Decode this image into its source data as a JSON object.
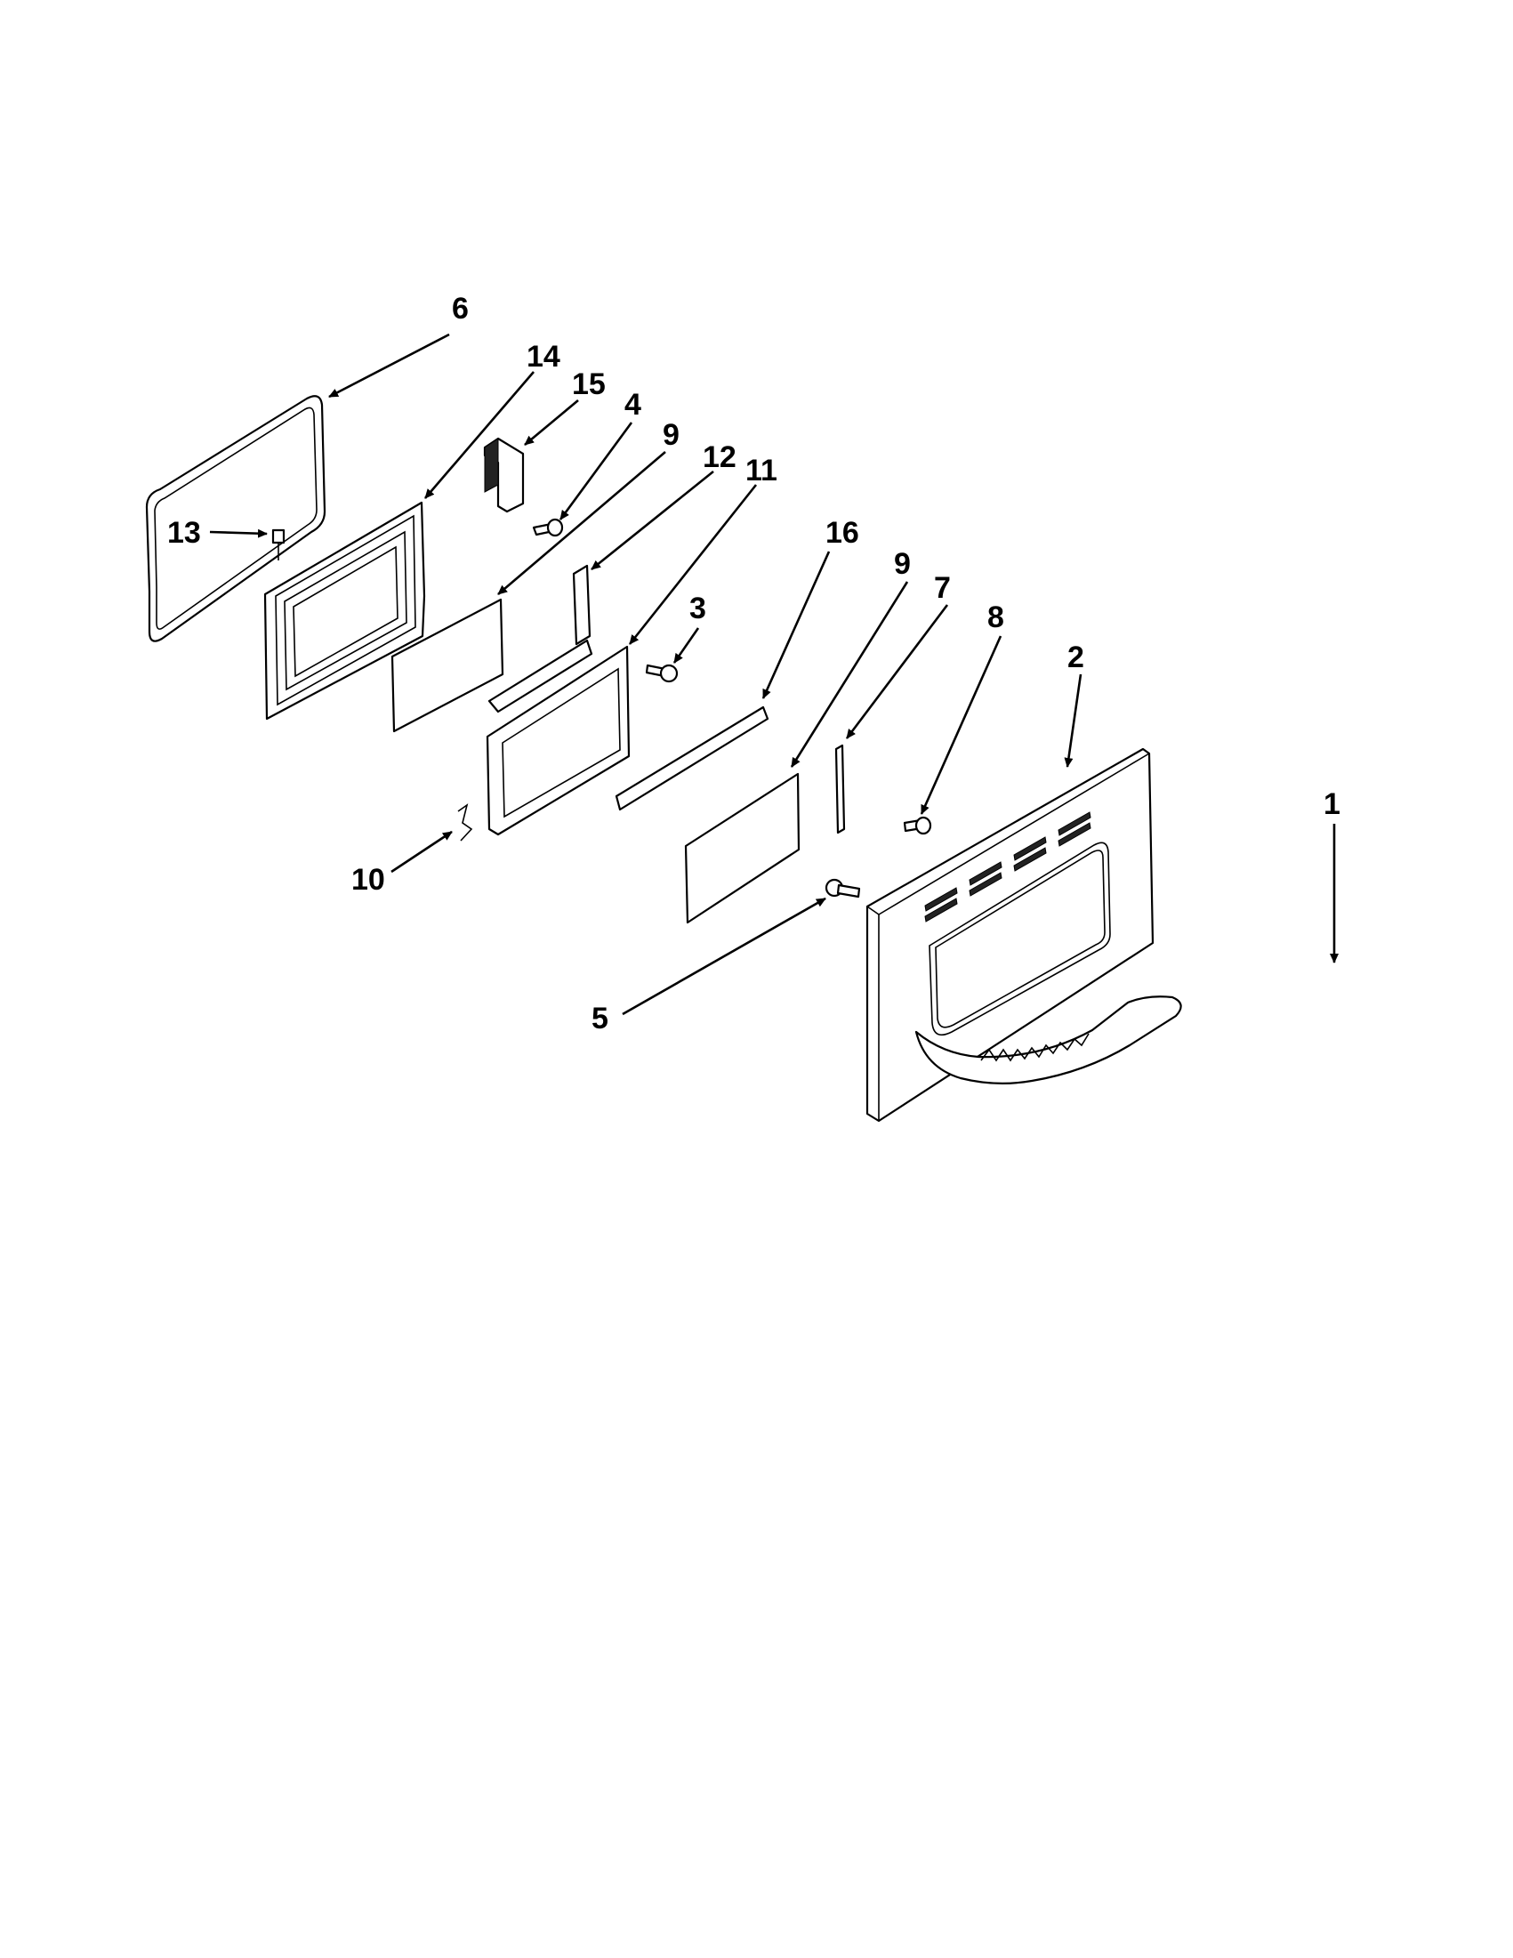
{
  "diagram": {
    "callouts": [
      {
        "id": "c6",
        "label": "6"
      },
      {
        "id": "c14",
        "label": "14"
      },
      {
        "id": "c15",
        "label": "15"
      },
      {
        "id": "c4",
        "label": "4"
      },
      {
        "id": "c9a",
        "label": "9"
      },
      {
        "id": "c12",
        "label": "12"
      },
      {
        "id": "c11",
        "label": "11"
      },
      {
        "id": "c13",
        "label": "13"
      },
      {
        "id": "c3",
        "label": "3"
      },
      {
        "id": "c16",
        "label": "16"
      },
      {
        "id": "c9b",
        "label": "9"
      },
      {
        "id": "c7",
        "label": "7"
      },
      {
        "id": "c8",
        "label": "8"
      },
      {
        "id": "c2",
        "label": "2"
      },
      {
        "id": "c1",
        "label": "1"
      },
      {
        "id": "c10",
        "label": "10"
      },
      {
        "id": "c5",
        "label": "5"
      }
    ],
    "colors": {
      "line": "#000000",
      "background": "#ffffff"
    }
  }
}
